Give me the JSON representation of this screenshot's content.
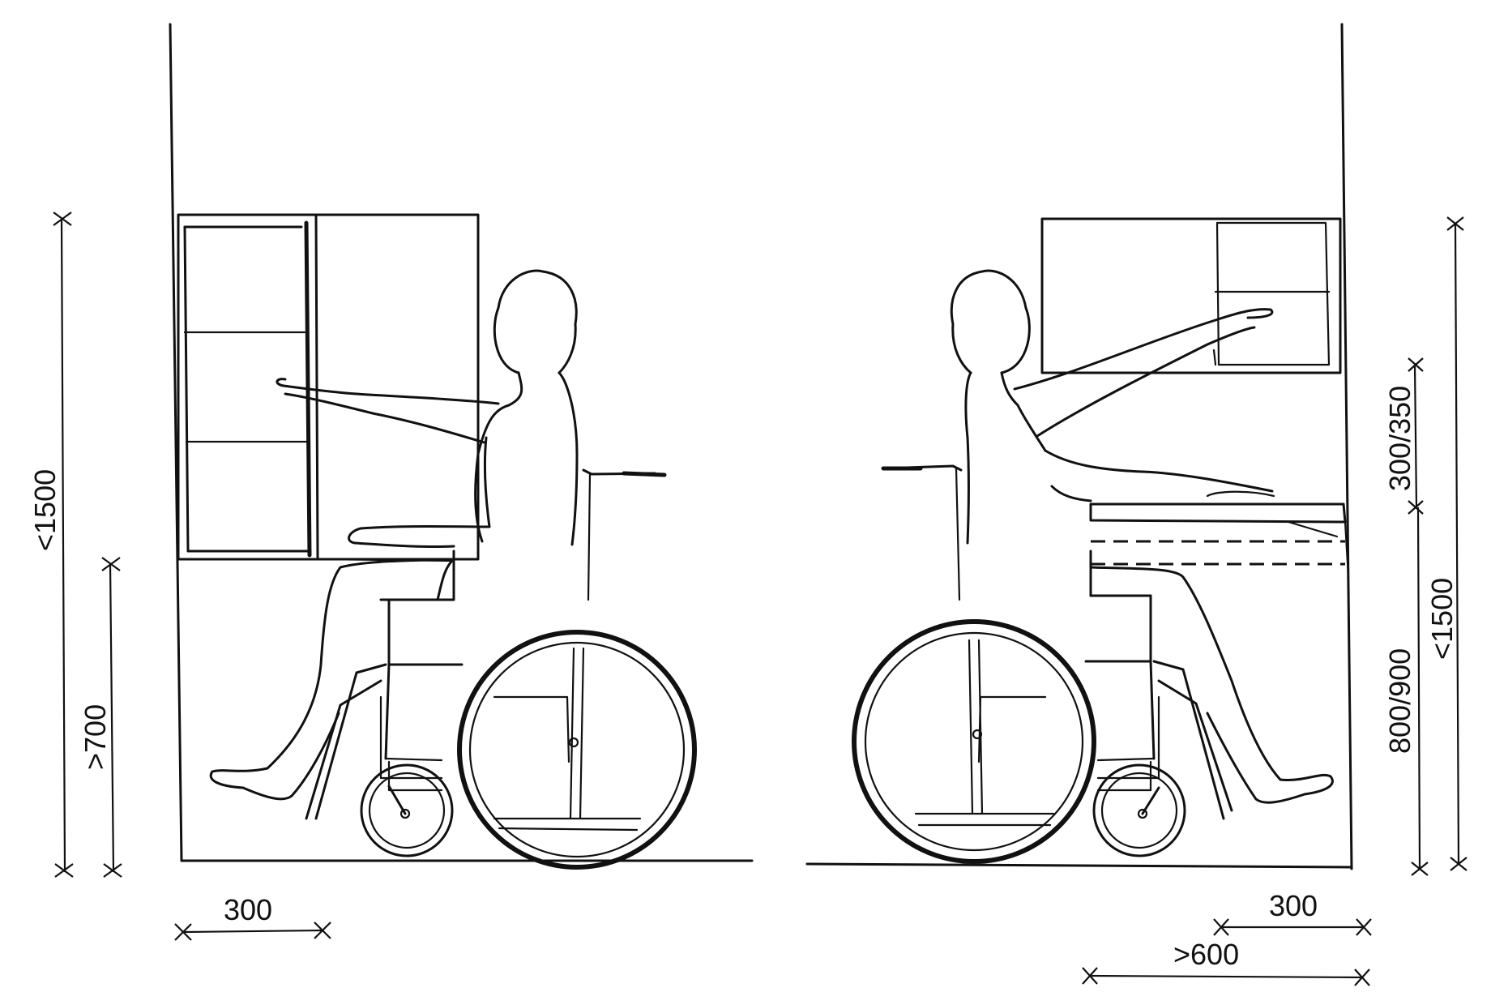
{
  "diagram": {
    "left_panel": {
      "dimensions": {
        "total_height": "<1500",
        "lower_height": ">700",
        "depth": "300"
      }
    },
    "right_panel": {
      "dimensions": {
        "upper_gap": "300/350",
        "counter_height": "800/900",
        "total_height": "<1500",
        "depth_small": "300",
        "depth_large": ">600"
      }
    },
    "colors": {
      "ink": "#111111",
      "paper": "#ffffff"
    }
  }
}
